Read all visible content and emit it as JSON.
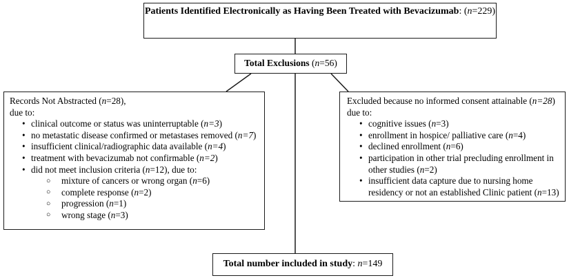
{
  "colors": {
    "background": "#ffffff",
    "border": "#1a1a1a",
    "text": "#000000",
    "line": "#1a1a1a"
  },
  "top_box": {
    "text": "**Patients Identified Electronically as Having Been Treated with Bevacizumab**: (*n*=229)"
  },
  "exclusions_box": {
    "text": "**Total Exclusions** (*n*=56)"
  },
  "left_box": {
    "title": "Records Not Abstracted (*n*=28),",
    "subtitle": "due to:",
    "items": [
      {
        "text": "clinical outcome or status was uninterruptable (*n=3*)"
      },
      {
        "text": "no metastatic disease confirmed or metastases removed (*n=7*)"
      },
      {
        "text": "insufficient clinical/radiographic data available (*n=4*)"
      },
      {
        "text": "treatment with bevacizumab not confirmable (*n=2*)"
      },
      {
        "text": "did not meet inclusion criteria (*n*=12), due to:",
        "sub": [
          "mixture of cancers or wrong organ (*n*=6)",
          "complete response (*n*=2)",
          "progression (*n*=1)",
          "wrong stage (*n*=3)"
        ]
      }
    ]
  },
  "right_box": {
    "title": "Excluded because no informed consent attainable (*n=28*)",
    "subtitle": "due to:",
    "items": [
      {
        "text": "cognitive issues (*n*=3)"
      },
      {
        "text": "enrollment in hospice/ palliative care (*n*=4)"
      },
      {
        "text": "declined enrollment (*n*=6)"
      },
      {
        "text": "participation in other trial precluding enrollment in other studies (*n*=2)"
      },
      {
        "text": "insufficient data capture due to nursing home residency or not an established Clinic patient (*n*=13)"
      }
    ]
  },
  "total_box": {
    "text": "**Total number included in study**: *n*=149"
  }
}
